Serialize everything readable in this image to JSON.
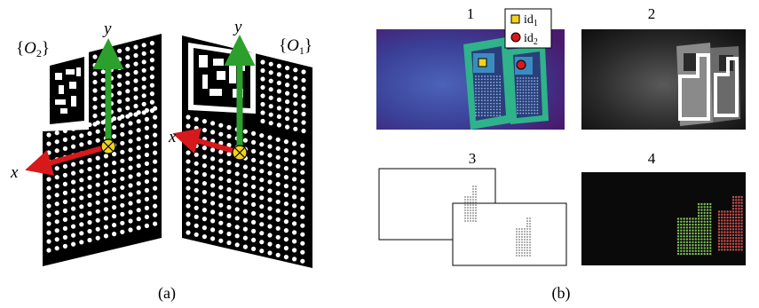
{
  "panel_a": {
    "caption": "(a)",
    "frame_left": {
      "open": "{",
      "letter": "O",
      "sub": "2",
      "close": "}"
    },
    "frame_right": {
      "open": "{",
      "letter": "O",
      "sub": "1",
      "close": "}"
    },
    "axis_y": "y",
    "axis_x": "x",
    "colors": {
      "x_axis": "#d7191c",
      "y_axis": "#2ca02c",
      "origin": "#f2d31b",
      "board": "#000000",
      "dots": "#ffffff"
    }
  },
  "panel_b": {
    "caption": "(b)",
    "steps": [
      {
        "label": "1"
      },
      {
        "label": "2"
      },
      {
        "label": "3"
      },
      {
        "label": "4"
      }
    ],
    "legend": [
      {
        "name": "id",
        "sub": "1",
        "marker": "square",
        "color": "#f2d31b"
      },
      {
        "name": "id",
        "sub": "2",
        "marker": "circle",
        "color": "#d7191c"
      }
    ],
    "colors": {
      "thermal_bg": "#3a2e8a",
      "thermal_board": "#2fb38a",
      "gray_bg": "#222222",
      "cloud_left": "#7fbf5a",
      "cloud_right": "#d05050"
    }
  }
}
